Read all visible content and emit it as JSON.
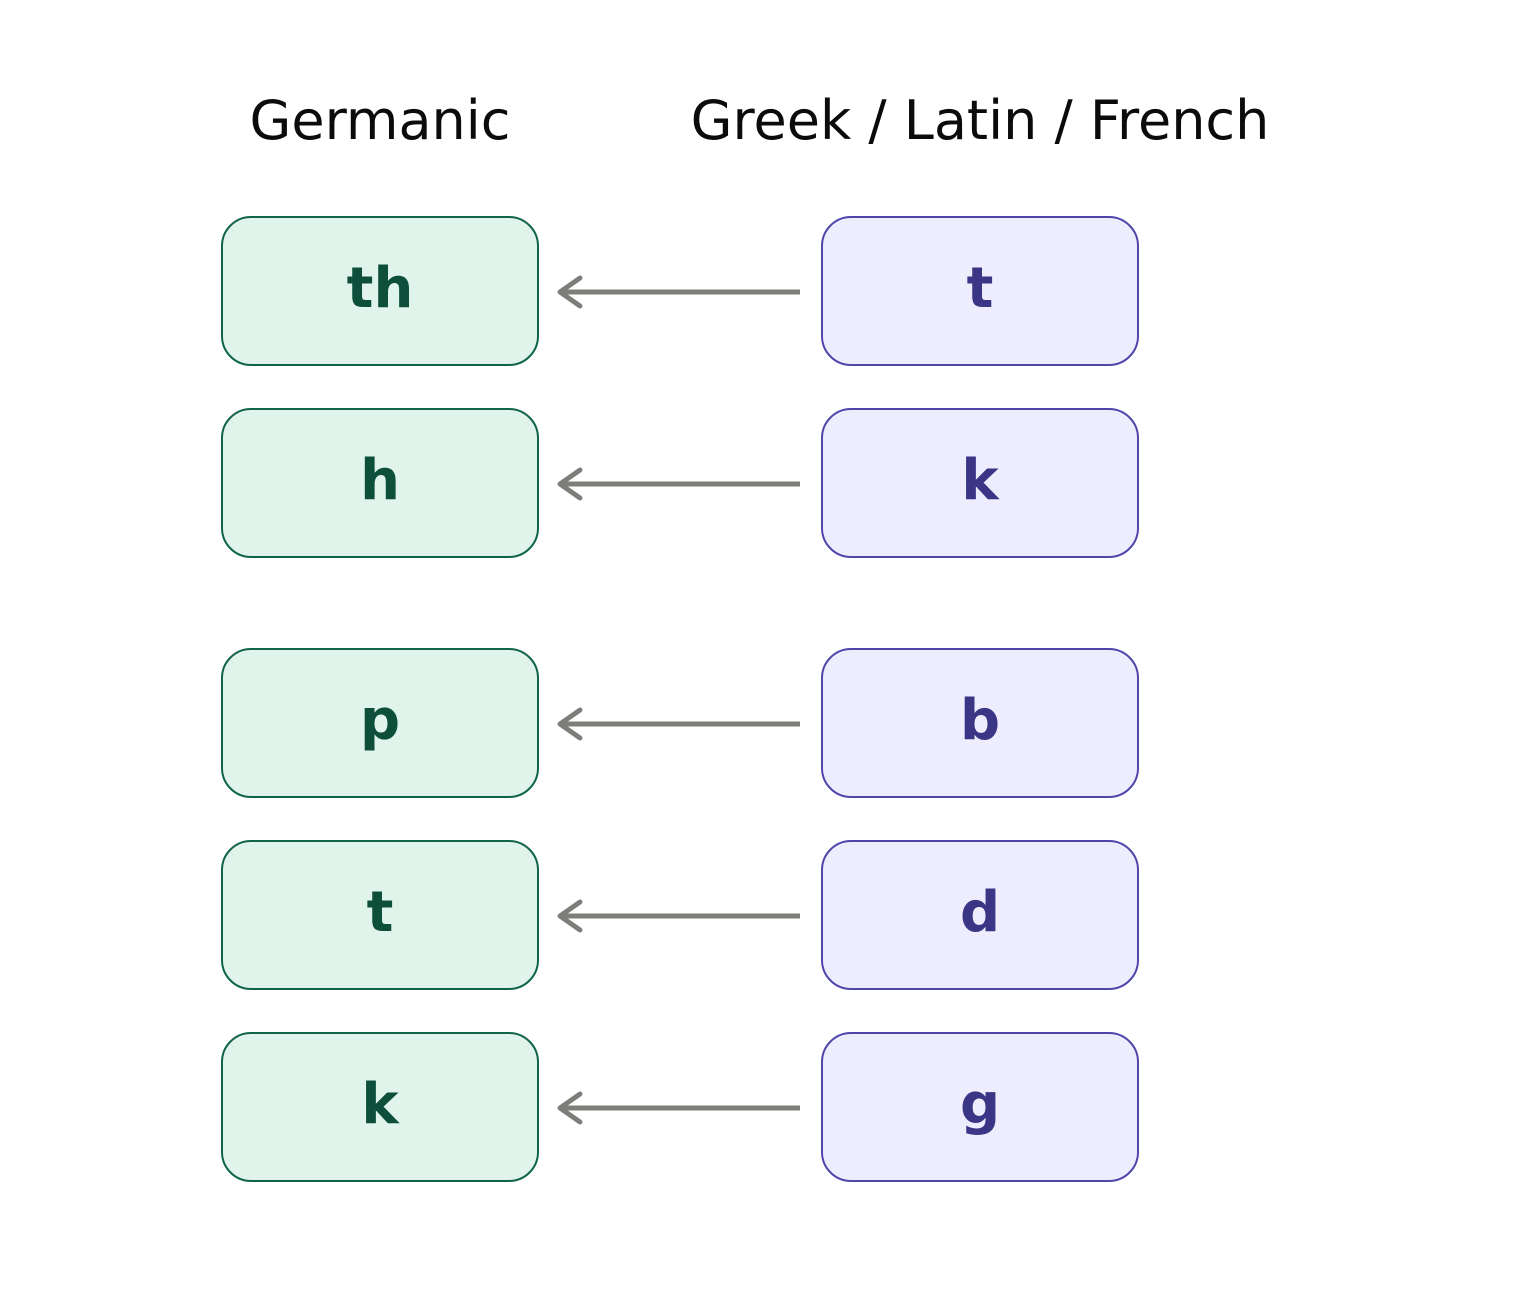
{
  "headings": {
    "left": "Germanic",
    "right": "Greek / Latin / French"
  },
  "pairs": [
    {
      "germanic": "th",
      "classical": "t"
    },
    {
      "germanic": "h",
      "classical": "k"
    },
    {
      "germanic": "p",
      "classical": "b"
    },
    {
      "germanic": "t",
      "classical": "d"
    },
    {
      "germanic": "k",
      "classical": "g"
    }
  ],
  "arrow_direction": "right-to-left",
  "colors": {
    "germanic_fill": "#e0f4ec",
    "germanic_border": "#0f6449",
    "germanic_text": "#0e4f3c",
    "classical_fill": "#eeedfd",
    "classical_border": "#5046aa",
    "classical_text": "#3a3585",
    "arrow": "#7d7d7a"
  }
}
